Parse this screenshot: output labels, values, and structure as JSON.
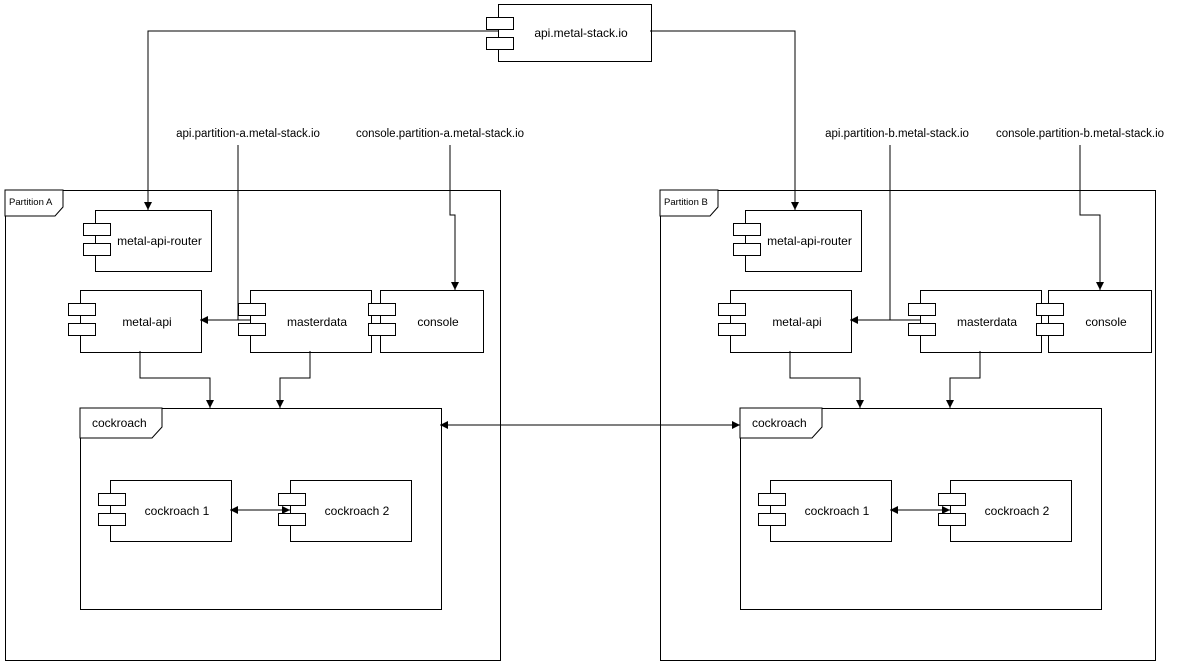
{
  "root": {
    "label": "api.metal-stack.io"
  },
  "dns": {
    "api_a": "api.partition-a.metal-stack.io",
    "console_a": "console.partition-a.metal-stack.io",
    "api_b": "api.partition-b.metal-stack.io",
    "console_b": "console.partition-b.metal-stack.io"
  },
  "partition_a": {
    "label": "Partition A",
    "router": "metal-api-router",
    "api": "metal-api",
    "masterdata": "masterdata",
    "console": "console",
    "cockroach": {
      "label": "cockroach",
      "node1": "cockroach 1",
      "node2": "cockroach 2"
    }
  },
  "partition_b": {
    "label": "Partition B",
    "router": "metal-api-router",
    "api": "metal-api",
    "masterdata": "masterdata",
    "console": "console",
    "cockroach": {
      "label": "cockroach",
      "node1": "cockroach 1",
      "node2": "cockroach 2"
    }
  }
}
